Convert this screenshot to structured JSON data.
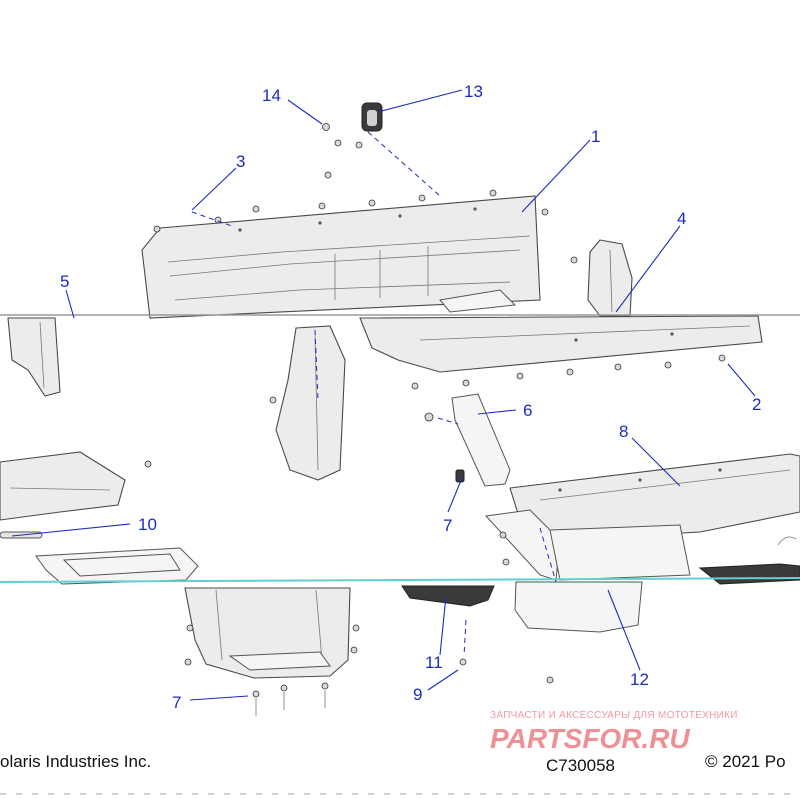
{
  "callouts": {
    "c1": "1",
    "c2": "2",
    "c3": "3",
    "c4": "4",
    "c5": "5",
    "c6": "6",
    "c7a": "7",
    "c7b": "7",
    "c8": "8",
    "c9": "9",
    "c10": "10",
    "c11": "11",
    "c12": "12",
    "c13": "13",
    "c14": "14"
  },
  "footer": {
    "copyright_left": "olaris Industries Inc.",
    "drawing_number": "C730058",
    "copyright_right": "© 2021 Po"
  },
  "watermark": {
    "tagline": "ЗАПЧАСТИ И АКСЕССУАРЫ ДЛЯ МОТОТЕХНИКИ",
    "brand": "PARTSFOR.RU"
  },
  "colors": {
    "callout": "#1a2bc2",
    "seam": "#5fd0d6",
    "watermark": "#ef8f96"
  }
}
